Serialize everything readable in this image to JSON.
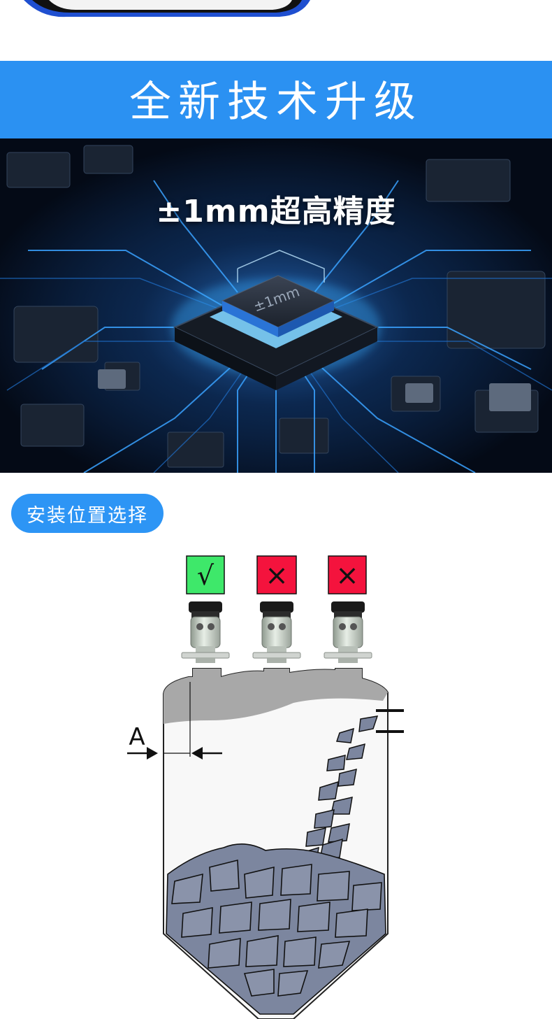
{
  "banner": {
    "title": "全新技术升级"
  },
  "feature": {
    "caption": "±1mm超高精度",
    "chip_label": "±1mm"
  },
  "install_section": {
    "label": "安装位置选择",
    "positions": [
      {
        "mark": "√",
        "status": "correct",
        "color": "#3ee86a"
      },
      {
        "mark": "×",
        "status": "wrong",
        "color": "#f4133d"
      },
      {
        "mark": "×",
        "status": "wrong",
        "color": "#f4133d"
      }
    ],
    "dimension_label": "A"
  },
  "colors": {
    "accent_blue": "#2b91f2",
    "pill_blue": "#2d95f5",
    "material_gray": "#7c869f",
    "ok_green": "#3ee86a",
    "bad_red": "#f4133d"
  }
}
